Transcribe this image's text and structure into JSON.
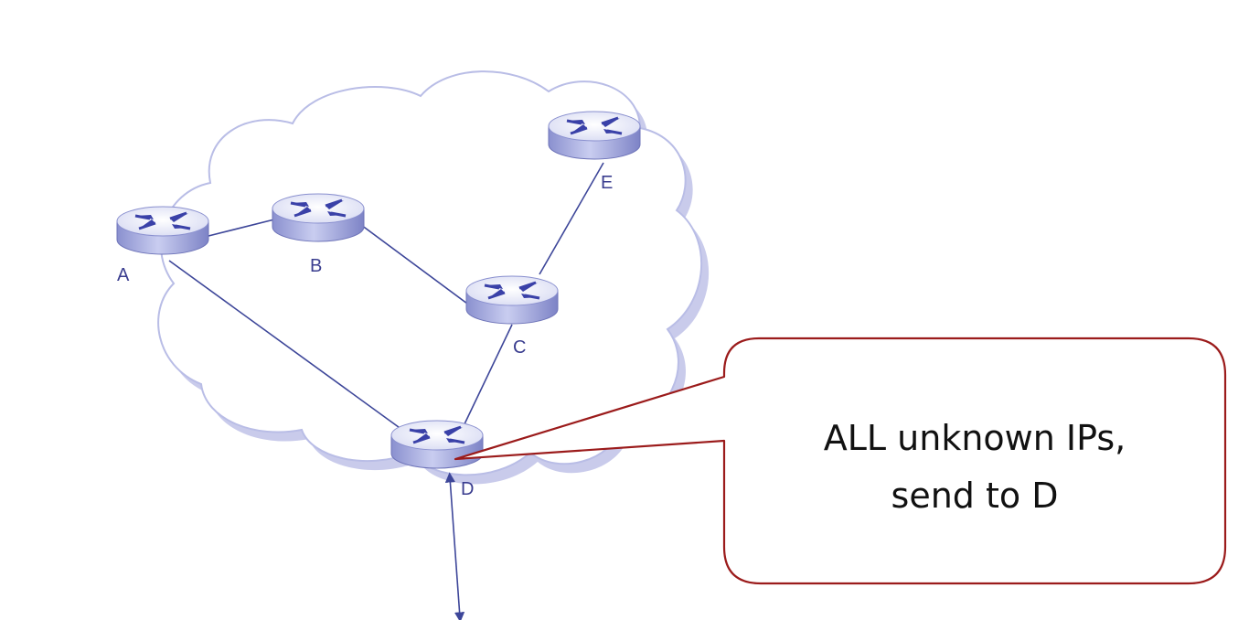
{
  "network": {
    "routers": [
      {
        "id": "A",
        "label": "A"
      },
      {
        "id": "B",
        "label": "B"
      },
      {
        "id": "C",
        "label": "C"
      },
      {
        "id": "D",
        "label": "D"
      },
      {
        "id": "E",
        "label": "E"
      }
    ],
    "links": [
      {
        "from": "A",
        "to": "B"
      },
      {
        "from": "A",
        "to": "D"
      },
      {
        "from": "B",
        "to": "C"
      },
      {
        "from": "C",
        "to": "E"
      },
      {
        "from": "C",
        "to": "D"
      }
    ]
  },
  "callout": {
    "line1": "ALL unknown IPs,",
    "line2": "send to D",
    "target_router": "D"
  },
  "colors": {
    "cloud_fill": "#ffffff",
    "cloud_stroke": "#b9bde6",
    "cloud_shadow": "#c7c9ea",
    "router_top": "#eef0fa",
    "router_side": "#9ea3d8",
    "router_arrow": "#3a41a8",
    "link": "#3d4699",
    "callout_stroke": "#9b1b1b"
  }
}
